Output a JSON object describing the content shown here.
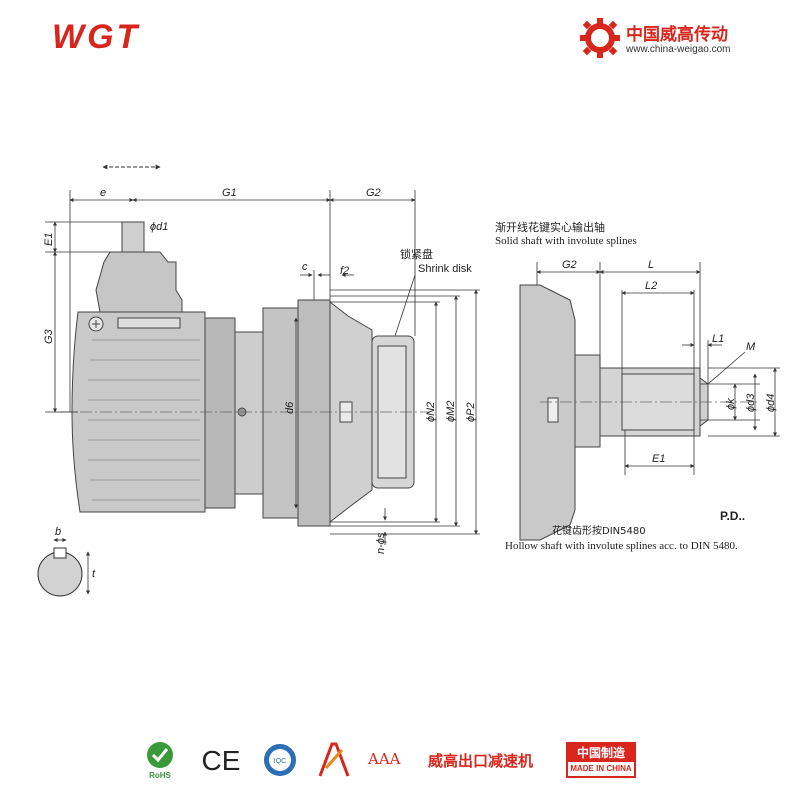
{
  "header": {
    "logo_text": "WGT",
    "brand_cn": "中国威高传动",
    "brand_url": "www.china-weigao.com"
  },
  "drawing": {
    "dim_labels": {
      "e": "e",
      "g1": "G1",
      "g2": "G2",
      "e1": "E1",
      "g3": "G3",
      "d1": "ϕd1",
      "c": "c",
      "f2": "f2",
      "d6": "d6",
      "n2": "ϕN2",
      "m2": "ϕM2",
      "p2": "ϕP2",
      "ns": "n-ϕs",
      "b": "b",
      "t": "t"
    },
    "shrink_disk_cn": "锁紧盘",
    "shrink_disk_en": "Shrink disk",
    "solid_shaft_cn": "渐开线花键实心输出轴",
    "solid_shaft_en": "Solid shaft with involute splines",
    "detail_labels": {
      "g2": "G2",
      "l": "L",
      "l2": "L2",
      "l1": "L1",
      "m": "M",
      "dk": "ϕk",
      "d3": "ϕd3",
      "d4": "ϕd4",
      "e1": "E1"
    },
    "pd_label": "P.D..",
    "hollow_cn": "花键齿形按DIN5480",
    "hollow_en": "Hollow shaft with involute splines acc. to DIN 5480."
  },
  "footer": {
    "rohs": "RoHS",
    "ce": "CE",
    "iqc": "IQC",
    "aaa": "AAA",
    "export_text": "威高出口减速机",
    "made_in_china_cn": "中国制造",
    "made_in_china_en": "MADE IN CHINA"
  },
  "colors": {
    "brand_red": "#d9261c",
    "line": "#333333",
    "body_fill": "#c9c9c9",
    "rohs_green": "#3a9a3a",
    "iqc_blue": "#2a6fb8"
  }
}
